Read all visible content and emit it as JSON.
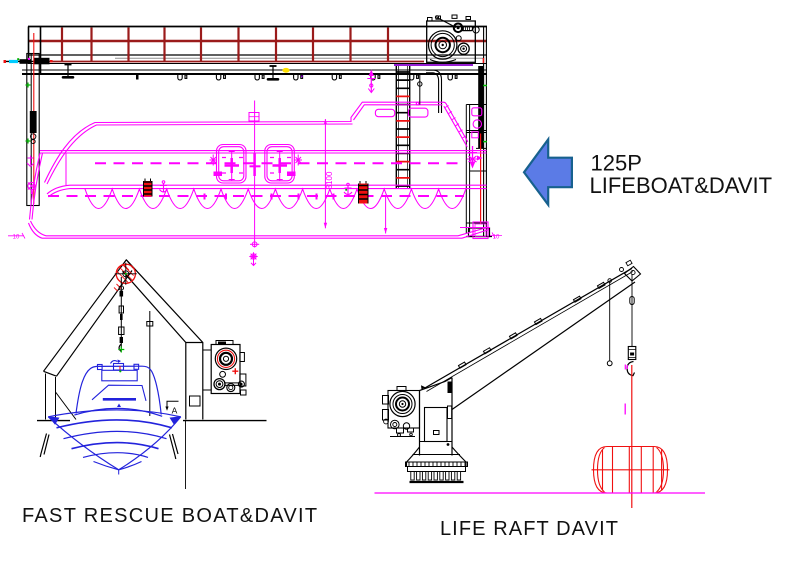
{
  "page": {
    "background": "#FFFFFF"
  },
  "colors": {
    "background": "#FFFFFF",
    "black": "#000000",
    "text": "#111111",
    "magenta": "#FF00FF",
    "dark_red": "#9B1B1B",
    "bright_red": "#F01010",
    "purple": "#8800CC",
    "blue_boat": "#2323DC",
    "green_marker": "#00B400",
    "yellow_marker": "#FFE000",
    "cyan_marker": "#00CCFF",
    "gray": "#909090",
    "arrow_fill": "#5B7BE6",
    "arrow_stroke": "#17618E"
  },
  "figures": {
    "lifeboat": {
      "callout_line1": "125P",
      "callout_line2": "LIFEBOAT&DAVIT",
      "dim_height": "3100",
      "dim_bow": "10",
      "dim_stern": "10"
    },
    "rescue_boat": {
      "caption": "FAST RESCUE BOAT&DAVIT",
      "section_label": "A"
    },
    "life_raft": {
      "caption": "LIFE RAFT DAVIT"
    }
  }
}
